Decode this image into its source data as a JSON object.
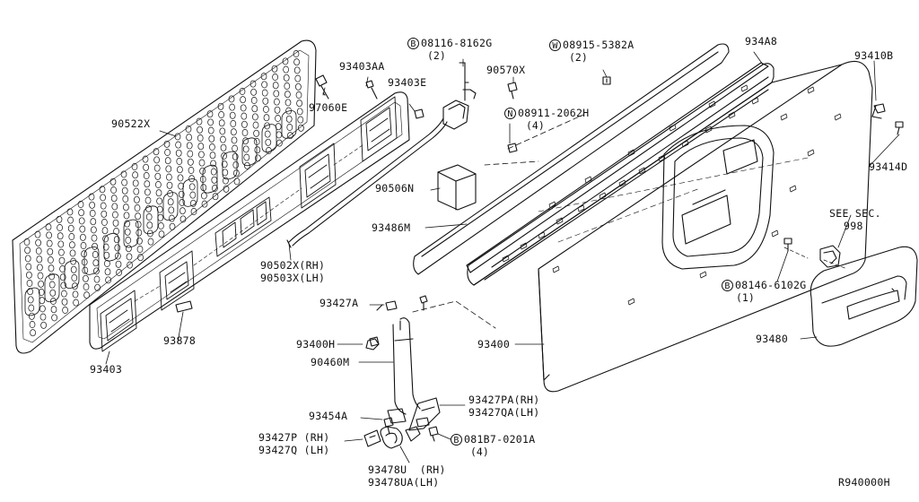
{
  "diagram": {
    "ref_code": "R940000H",
    "labels": {
      "p90522X": "90522X",
      "p97060E": "97060E",
      "p93403AA": "93403AA",
      "p93403E": "93403E",
      "p08116": "08116-8162G",
      "p08116_qty": "(2)",
      "p08116_prefix": "B",
      "p90570X": "90570X",
      "p08915": "08915-5382A",
      "p08915_qty": "(2)",
      "p08915_prefix": "W",
      "p08911": "08911-2062H",
      "p08911_qty": "(4)",
      "p08911_prefix": "N",
      "p934A8": "934A8",
      "p93410B": "93410B",
      "p93414D": "93414D",
      "p90506N": "90506N",
      "p93486M": "93486M",
      "see_sec": "SEE SEC.",
      "see_sec_num": "998",
      "p90502X": "90502X(RH)",
      "p90503X": "90503X(LH)",
      "p08146": "08146-6102G",
      "p08146_qty": "(1)",
      "p08146_prefix": "B",
      "p93427A": "93427A",
      "p93480": "93480",
      "p93878": "93878",
      "p93400H": "93400H",
      "p93400": "93400",
      "p90460M": "90460M",
      "p93403": "93403",
      "p93427PA": "93427PA(RH)",
      "p93427QA": "93427QA(LH)",
      "p93454A": "93454A",
      "p93427P": "93427P (RH)",
      "p93427Q": "93427Q (LH)",
      "p081B7": "081B7-0201A",
      "p081B7_qty": "(4)",
      "p081B7_prefix": "B",
      "p93478U": "93478U  (RH)",
      "p93478UA": "93478UA(LH)"
    }
  }
}
